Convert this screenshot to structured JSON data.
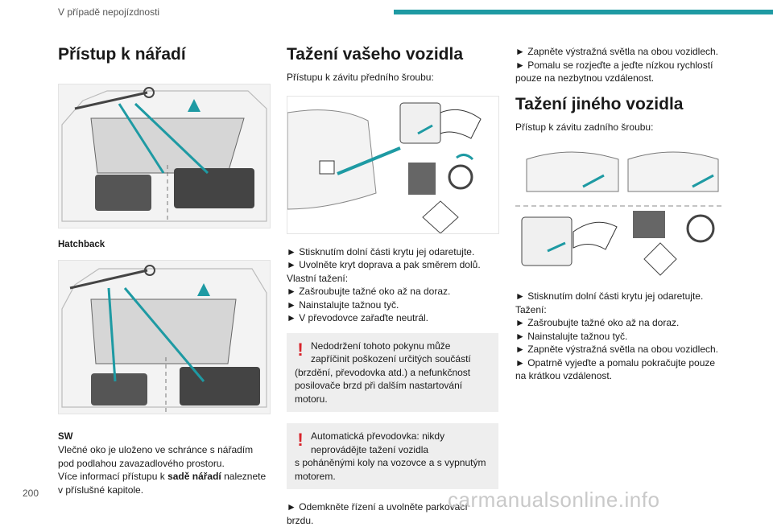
{
  "header": {
    "section_title": "V případě nepojízdnosti",
    "page_number": "200",
    "accent_color": "#1e9aa3"
  },
  "col1": {
    "title": "Přístup k nářadí",
    "caption_hatchback": "Hatchback",
    "caption_sw": "SW",
    "body_line1": "Vlečné oko je uloženo ve schránce s nářadím",
    "body_line2": "pod podlahou zavazadlového prostoru.",
    "body_line3_pre": "Více informací přístupu k ",
    "body_line3_bold": "sadě nářadí",
    "body_line3_post": " naleznete",
    "body_line4": "v příslušné kapitole."
  },
  "col2": {
    "title": "Tažení vašeho vozidla",
    "intro": "Přístupu k závitu předního šroubu:",
    "steps": [
      "► Stisknutím dolní části krytu jej odaretujte.",
      "► Uvolněte kryt doprava a pak směrem dolů.",
      "Vlastní tažení:",
      "► Zašroubujte tažné oko až na doraz.",
      "► Nainstalujte tažnou tyč.",
      "► V převodovce zařaďte neutrál."
    ],
    "warning1": [
      "Nedodržení tohoto pokynu může",
      "zapříčinit poškození určitých součástí",
      "(brzdění, převodovka atd.) a nefunkčnost",
      "posilovače brzd při dalším nastartování",
      "motoru."
    ],
    "warning2": [
      "Automatická převodovka: nikdy",
      "neprovádějte tažení vozidla",
      "s poháněnými koly na vozovce a s vypnutým",
      "motorem."
    ],
    "final": [
      "► Odemkněte řízení a uvolněte parkovací",
      "brzdu."
    ]
  },
  "col3": {
    "top_steps": [
      "► Zapněte výstražná světla na obou vozidlech.",
      "► Pomalu se rozjeďte a jeďte nízkou rychlostí",
      "pouze na nezbytnou vzdálenost."
    ],
    "title": "Tažení jiného vozidla",
    "intro": "Přístup k závitu zadního šroubu:",
    "steps": [
      "► Stisknutím dolní části krytu jej odaretujte.",
      "Tažení:",
      "► Zašroubujte tažné oko až na doraz.",
      "► Nainstalujte tažnou tyč.",
      "► Zapněte výstražná světla na obou vozidlech.",
      "► Opatrně vyjeďte a pomalu pokračujte pouze",
      "na krátkou vzdálenost."
    ]
  },
  "watermark": "carmanualsonline.info"
}
